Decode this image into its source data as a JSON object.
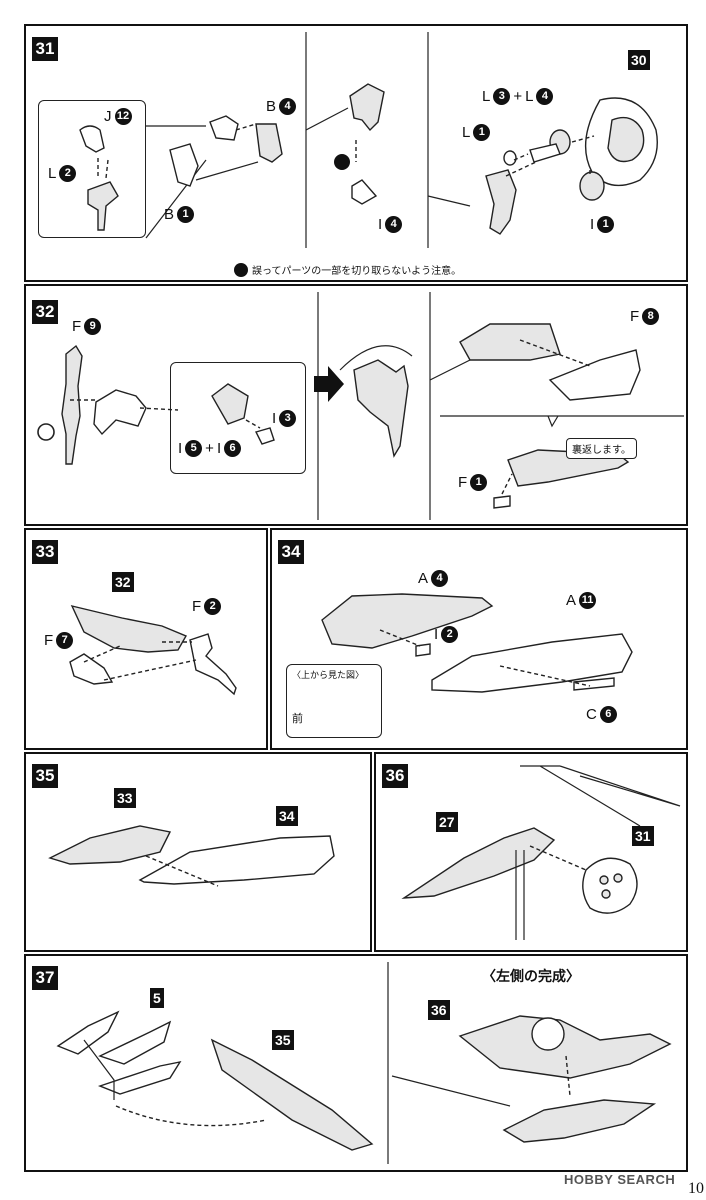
{
  "steps": {
    "s31": {
      "number": "31",
      "labels": {
        "j12": {
          "letter": "J",
          "num": "12"
        },
        "l2": {
          "letter": "L",
          "num": "2"
        },
        "b4": {
          "letter": "B",
          "num": "4"
        },
        "b1": {
          "letter": "B",
          "num": "1"
        },
        "i4": {
          "letter": "I",
          "num": "4"
        },
        "l3l4": {
          "letter1": "L",
          "num1": "3",
          "plus": "+",
          "letter2": "L",
          "num2": "4"
        },
        "l1": {
          "letter": "L",
          "num": "1"
        },
        "i1": {
          "letter": "I",
          "num": "1"
        }
      },
      "ref": "30",
      "note": "誤ってパーツの一部を切り取らないよう注意。"
    },
    "s32": {
      "number": "32",
      "labels": {
        "f9": {
          "letter": "F",
          "num": "9"
        },
        "i3": {
          "letter": "I",
          "num": "3"
        },
        "i5i6": {
          "letter1": "I",
          "num1": "5",
          "plus": "+",
          "letter2": "I",
          "num2": "6"
        },
        "f8": {
          "letter": "F",
          "num": "8"
        },
        "f1": {
          "letter": "F",
          "num": "1"
        }
      },
      "flip_note": "裏返します。"
    },
    "s33": {
      "number": "33",
      "ref": "32",
      "labels": {
        "f2": {
          "letter": "F",
          "num": "2"
        },
        "f7": {
          "letter": "F",
          "num": "7"
        }
      }
    },
    "s34": {
      "number": "34",
      "labels": {
        "a4": {
          "letter": "A",
          "num": "4"
        },
        "a11": {
          "letter": "A",
          "num": "11"
        },
        "i2": {
          "letter": "I",
          "num": "2"
        },
        "c6": {
          "letter": "C",
          "num": "6"
        }
      },
      "view_title": "〈上から見た図〉",
      "front_label": "前"
    },
    "s35": {
      "number": "35",
      "ref_a": "33",
      "ref_b": "34"
    },
    "s36": {
      "number": "36",
      "ref_a": "27",
      "ref_b": "31"
    },
    "s37": {
      "number": "37",
      "ref_a": "5",
      "ref_b": "35",
      "ref_c": "36",
      "complete_title": "〈左側の完成〉"
    }
  },
  "watermark": "HOBBY SEARCH",
  "page_number": "10"
}
